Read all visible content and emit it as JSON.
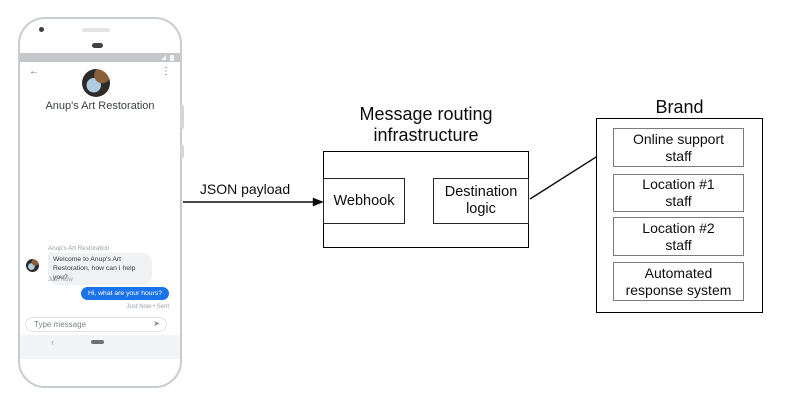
{
  "colors": {
    "accent_blue": "#1a73e8",
    "incoming_bubble": "#f0f1f2",
    "diagram_line": "#000000",
    "inner_box_border": "#7b7b7b",
    "status_bar": "#c4c6c9"
  },
  "phone": {
    "header": {
      "back_icon": "←",
      "menu_icon": "⋮",
      "title": "Anup's Art Restoration"
    },
    "chat": {
      "sender_name": "Anup's Art Restoration",
      "incoming_text": "Welcome to Anup's Art Restoration, how can I help you?",
      "incoming_time": "Just Now",
      "outgoing_text": "Hi, what are your hours?",
      "outgoing_time": "Just Now • Sent"
    },
    "composer": {
      "placeholder": "Type message",
      "send_icon": "➤"
    },
    "nav": {
      "back_icon": "‹"
    }
  },
  "diagram": {
    "payload_label": "JSON payload",
    "routing": {
      "title": [
        "Message routing",
        "infrastructure"
      ],
      "webhook_label": "Webhook",
      "destination_label": [
        "Destination",
        "logic"
      ]
    },
    "brand": {
      "title": "Brand",
      "items": [
        [
          "Online support",
          "staff"
        ],
        [
          "Location #1",
          "staff"
        ],
        [
          "Location #2",
          "staff"
        ],
        [
          "Automated",
          "response system"
        ]
      ]
    }
  }
}
